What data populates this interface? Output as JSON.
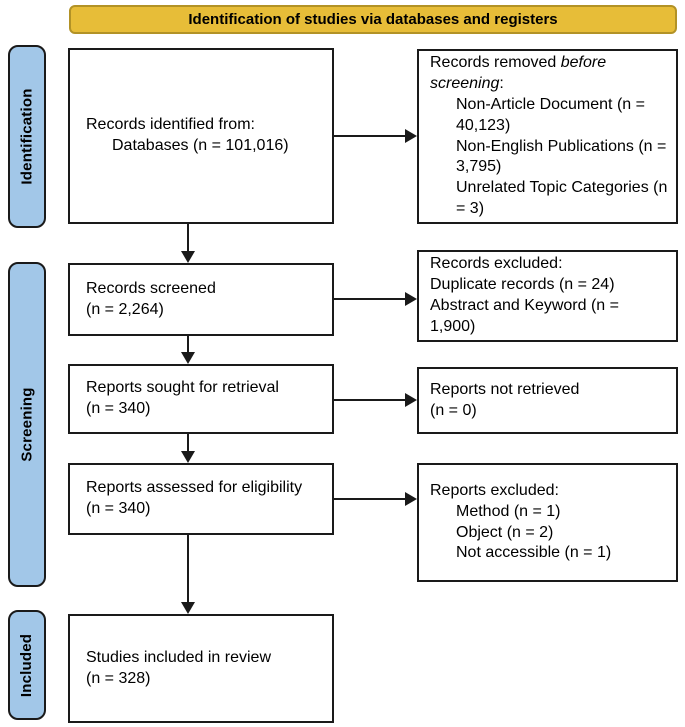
{
  "colors": {
    "banner_bg": "#e7bd38",
    "banner_border": "#b29226",
    "stage_bg": "#a2c7e8",
    "line_color": "#1a1a1a"
  },
  "banner": {
    "title": "Identification of studies via databases and registers"
  },
  "stages": {
    "identification": "Identification",
    "screening": "Screening",
    "included": "Included"
  },
  "flow": {
    "identified": {
      "line1": "Records identified from:",
      "line2": "Databases (n = 101,016)"
    },
    "removed": {
      "lead_normal": "Records removed ",
      "lead_italic": "before screening",
      "lead_end": ":",
      "items": [
        "Non-Article Document (n = 40,123)",
        "Non-English Publications (n = 3,795)",
        "Unrelated Topic Categories (n = 3)"
      ]
    },
    "screened": {
      "line1": "Records screened",
      "line2": "(n = 2,264)"
    },
    "records_excluded": {
      "title": "Records excluded:",
      "items": [
        "Duplicate records (n = 24)",
        "Abstract and Keyword (n = 1,900)"
      ]
    },
    "sought": {
      "line1": "Reports sought for retrieval",
      "line2": "(n = 340)"
    },
    "not_retrieved": {
      "line1": "Reports not retrieved",
      "line2": "(n = 0)"
    },
    "assessed": {
      "line1": "Reports assessed for eligibility",
      "line2": "(n = 340)"
    },
    "reports_excluded": {
      "title": "Reports excluded:",
      "items": [
        "Method (n = 1)",
        "Object (n = 2)",
        "Not accessible (n = 1)"
      ]
    },
    "included": {
      "line1": "Studies included in review",
      "line2": "(n = 328)"
    }
  }
}
